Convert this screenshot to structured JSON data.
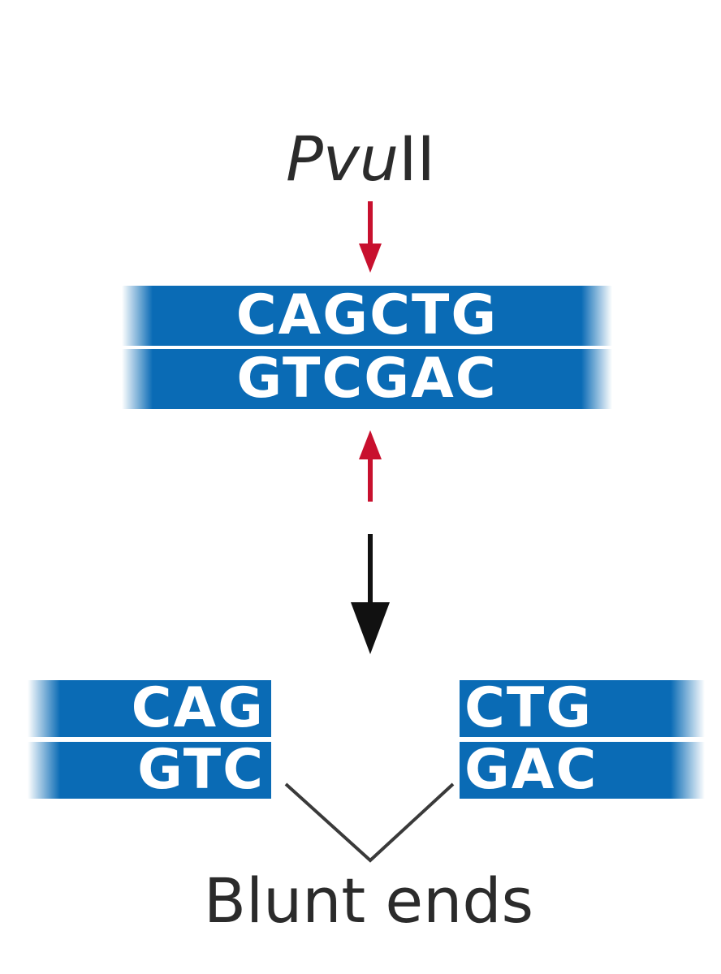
{
  "enzyme": {
    "italic_part": "Pvu",
    "roman_part": "II"
  },
  "uncut": {
    "top_strand": "CAGCTG",
    "bottom_strand": "GTCGAC"
  },
  "left_fragment": {
    "top_strand": "CAG",
    "bottom_strand": "GTC"
  },
  "right_fragment": {
    "top_strand": "CTG",
    "bottom_strand": "GAC"
  },
  "caption": "Blunt ends",
  "colors": {
    "dna_strand": "#0a6bb5",
    "cut_arrow": "#c8102e",
    "process_arrow": "#111111",
    "text": "#2b2b2b"
  }
}
